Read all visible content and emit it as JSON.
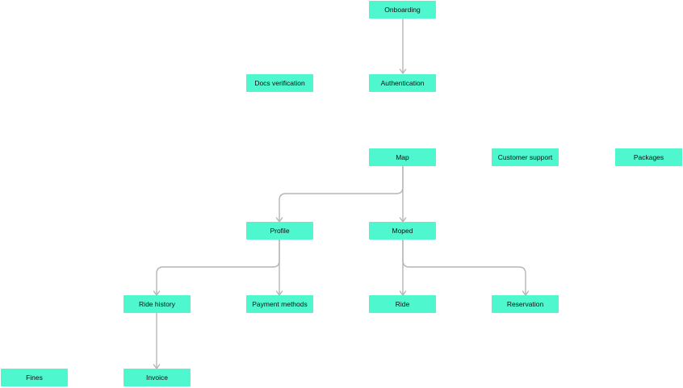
{
  "diagram": {
    "nodes": {
      "onboarding": "Onboarding",
      "docs_verification": "Docs verification",
      "authentication": "Authentication",
      "map": "Map",
      "customer_support": "Customer support",
      "packages": "Packages",
      "profile": "Profile",
      "moped": "Moped",
      "ride_history": "Ride history",
      "payment_methods": "Payment methods",
      "ride": "Ride",
      "reservation": "Reservation",
      "fines": "Fines",
      "invoice": "Invoice"
    },
    "edges": [
      {
        "from": "Onboarding",
        "to": "Authentication"
      },
      {
        "from": "Map",
        "to": "Profile"
      },
      {
        "from": "Map",
        "to": "Moped"
      },
      {
        "from": "Profile",
        "to": "Ride history"
      },
      {
        "from": "Profile",
        "to": "Payment methods"
      },
      {
        "from": "Moped",
        "to": "Ride"
      },
      {
        "from": "Moped",
        "to": "Reservation"
      },
      {
        "from": "Ride history",
        "to": "Invoice"
      }
    ],
    "colors": {
      "node_fill": "#4ef7cd",
      "edge_stroke": "#b5b5b5",
      "background": "#ffffff"
    }
  }
}
